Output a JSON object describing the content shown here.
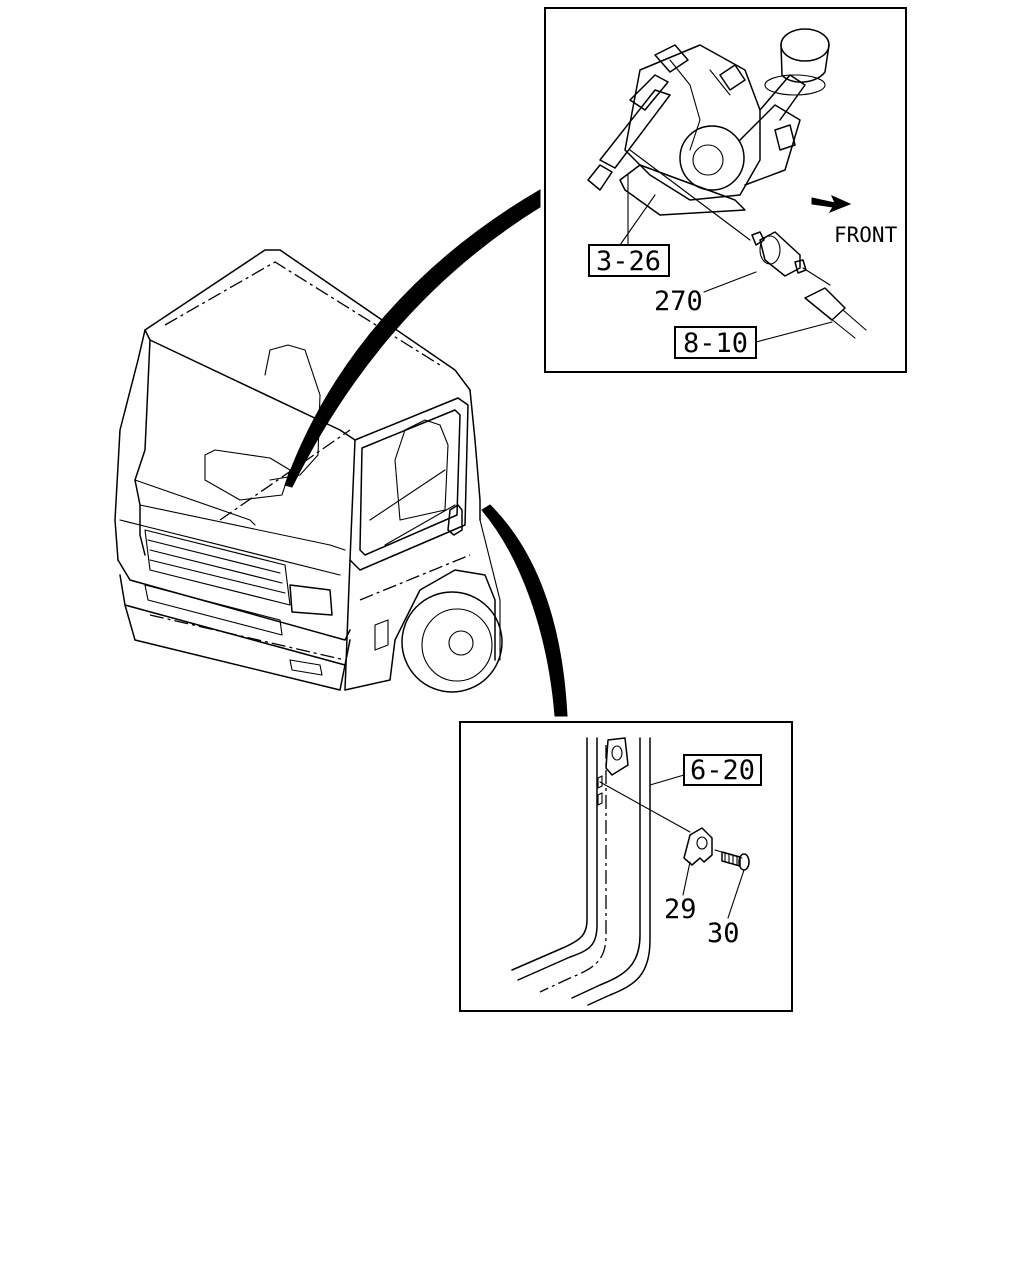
{
  "inset_top": {
    "ref_box_1": "3-26",
    "ref_box_2": "8-10",
    "part_label": "270",
    "direction_label": "FRONT"
  },
  "inset_bottom": {
    "ref_box": "6-20",
    "part_label_1": "29",
    "part_label_2": "30"
  }
}
